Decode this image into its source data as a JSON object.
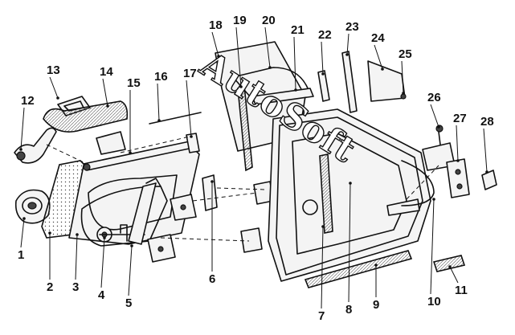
{
  "watermark": "AutoSoft",
  "callouts": [
    "1",
    "2",
    "3",
    "4",
    "5",
    "6",
    "7",
    "8",
    "9",
    "10",
    "11",
    "12",
    "13",
    "14",
    "15",
    "16",
    "17",
    "18",
    "19",
    "20",
    "21",
    "22",
    "23",
    "24",
    "25",
    "26",
    "27",
    "28"
  ]
}
